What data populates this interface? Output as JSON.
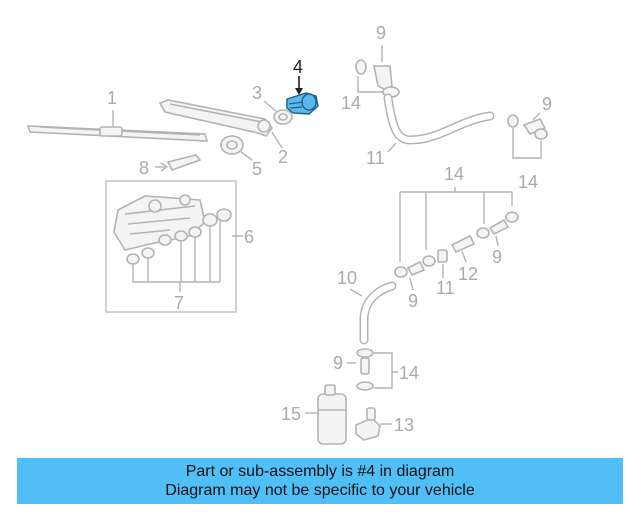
{
  "diagram": {
    "callouts": {
      "c1": "1",
      "c2": "2",
      "c3": "3",
      "c4": "4",
      "c5": "5",
      "c6": "6",
      "c7": "7",
      "c8": "8",
      "c9a": "9",
      "c9b": "9",
      "c9c": "9",
      "c9d": "9",
      "c9e": "9",
      "c10": "10",
      "c11a": "11",
      "c11b": "11",
      "c12": "12",
      "c13": "13",
      "c14a": "14",
      "c14b": "14",
      "c14c": "14",
      "c14d": "14",
      "c15": "15"
    },
    "highlight_color": "#5bb8ea"
  },
  "banner": {
    "line1": "Part or sub-assembly is #4 in diagram",
    "line2": "Diagram may not be specific to your vehicle",
    "color": "#51bff7"
  }
}
